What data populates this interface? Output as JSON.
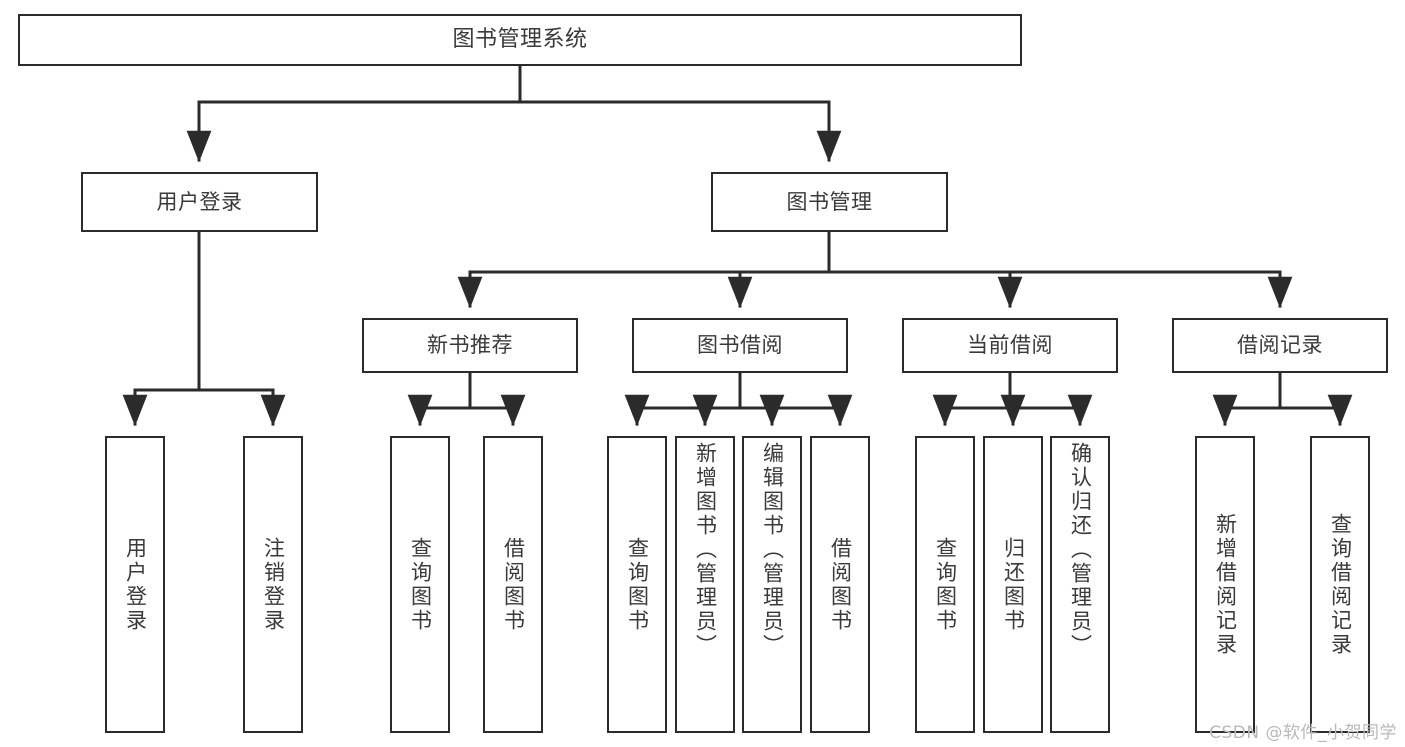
{
  "diagram": {
    "title": "图书管理系统",
    "type": "tree-hierarchy",
    "line_color": "#2b2b2b",
    "box_fill": "#ffffff",
    "text_color": "#3a3a3a"
  },
  "root": {
    "label": "图书管理系统"
  },
  "level2": [
    {
      "label": "用户登录"
    },
    {
      "label": "图书管理"
    }
  ],
  "level3": [
    {
      "label": "新书推荐"
    },
    {
      "label": "图书借阅"
    },
    {
      "label": "当前借阅"
    },
    {
      "label": "借阅记录"
    }
  ],
  "leaves": {
    "user_login": [
      {
        "label": "用户登录"
      },
      {
        "label": "注销登录"
      }
    ],
    "new_book": [
      {
        "label": "查询图书"
      },
      {
        "label": "借阅图书"
      }
    ],
    "book_borrow": [
      {
        "label": "查询图书"
      },
      {
        "label": "新增图书（管理员）"
      },
      {
        "label": "编辑图书（管理员）"
      },
      {
        "label": "借阅图书"
      }
    ],
    "current_borrow": [
      {
        "label": "查询图书"
      },
      {
        "label": "归还图书"
      },
      {
        "label": "确认归还（管理员）"
      }
    ],
    "borrow_record": [
      {
        "label": "新增借阅记录"
      },
      {
        "label": "查询借阅记录"
      }
    ]
  },
  "watermark": {
    "text": "CSDN @软件_小贺同学"
  }
}
